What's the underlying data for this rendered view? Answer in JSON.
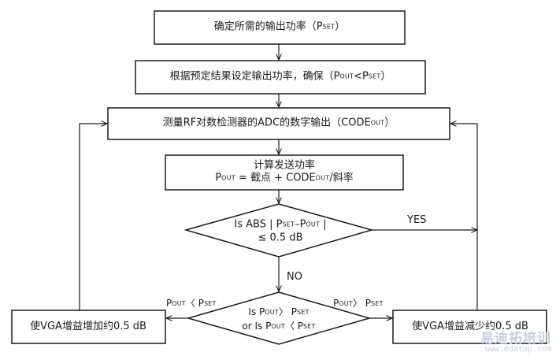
{
  "flowchart": {
    "step1": {
      "text": "确定所需的输出功率（P",
      "sub": "SET",
      "end": "）"
    },
    "step2": {
      "a": "根据预定结果设定输出功率，确保（P",
      "sub1": "OUT",
      "b": "<P",
      "sub2": "SET",
      "end": "）"
    },
    "step3": {
      "a": "测量RF对数检测器的ADC的数字输出（CODE",
      "sub": "OUT",
      "end": "）"
    },
    "step4": {
      "line1": "计算发送功率",
      "p": "P",
      "sub_out": "OUT",
      "mid": " = 截点 + CODE",
      "sub_out2": "OUT",
      "end": "/斜率"
    },
    "decision1": {
      "line1_a": "Is ABS | P",
      "sub_set": "SET",
      "dash": "–P",
      "sub_out": "OUT",
      "line1_end": " |",
      "line2": "≤  0.5 dB"
    },
    "decision2": {
      "l1_a": "Is  P",
      "l1_sub1": "OUT",
      "l1_op": "〉 P",
      "l1_sub2": "SET",
      "l2_a": "or Is  P",
      "l2_sub1": "OUT",
      "l2_op": "〈  P",
      "l2_sub2": "SET"
    },
    "edge_yes": "YES",
    "edge_no": "NO",
    "edge_left": {
      "p": "P",
      "sub1": "OUT",
      "op": "〈  P",
      "sub2": "SET"
    },
    "edge_right": {
      "p": "P",
      "sub1": "OUT",
      "op": "〉 P",
      "sub2": "SET"
    },
    "action_left": "使VGA增益增加约0.5 dB",
    "action_right": "使VGA增益减少约0.5 dB"
  },
  "watermark": {
    "text": "易迪拓培训",
    "url": "www.edatop.com"
  }
}
